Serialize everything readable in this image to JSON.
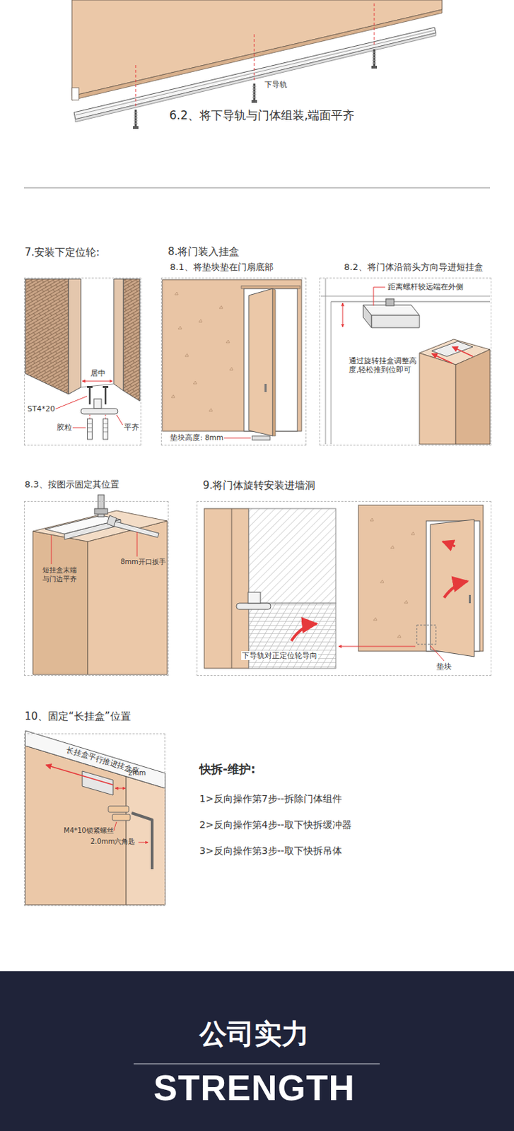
{
  "diagram": {
    "nodes": [
      {
        "text": [
          "7.安装下定位轮:"
        ]
      },
      {
        "text": [
          "8.1、将垫块垫在门扇底部"
        ]
      },
      {
        "text": [
          "8.2、将门体沿箭头方向导进短挂盒"
        ]
      },
      {
        "text": [
          "8.3、按图示固定其位置"
        ]
      },
      {
        "text": [
          "9.将门体旋转安装进墙洞"
        ]
      },
      {
        "text": [
          "10、固定“长挂盒”位置"
        ]
      },
      {
        "text": [
          "公司实力",
          "STRENGTH"
        ]
      }
    ],
    "labels": [
      "下导轨",
      "6.2、将下导轨与门体组装,端面平齐",
      "8.将门装入挂盒",
      "居中",
      "ST4*20",
      "胶粒",
      "平齐",
      "垫块高度: 8mm",
      "距离螺杆较远端在外侧",
      "通过旋转挂盒调整高度,轻松推到位即可",
      "短挂盒末端与门边平齐",
      "8mm开口扳手",
      "下导轨对正定位轮导向",
      "垫块",
      "长挂盒平行推进挂盒座",
      "2mm",
      "M4*10锁紧螺丝",
      "2.0mm六角匙",
      "快拆-维护:",
      "1>反向操作第7步--拆除门体组件",
      "2>反向操作第4步--取下快拆缓冲器",
      "3>反向操作第3步--取下快拆吊体"
    ]
  }
}
